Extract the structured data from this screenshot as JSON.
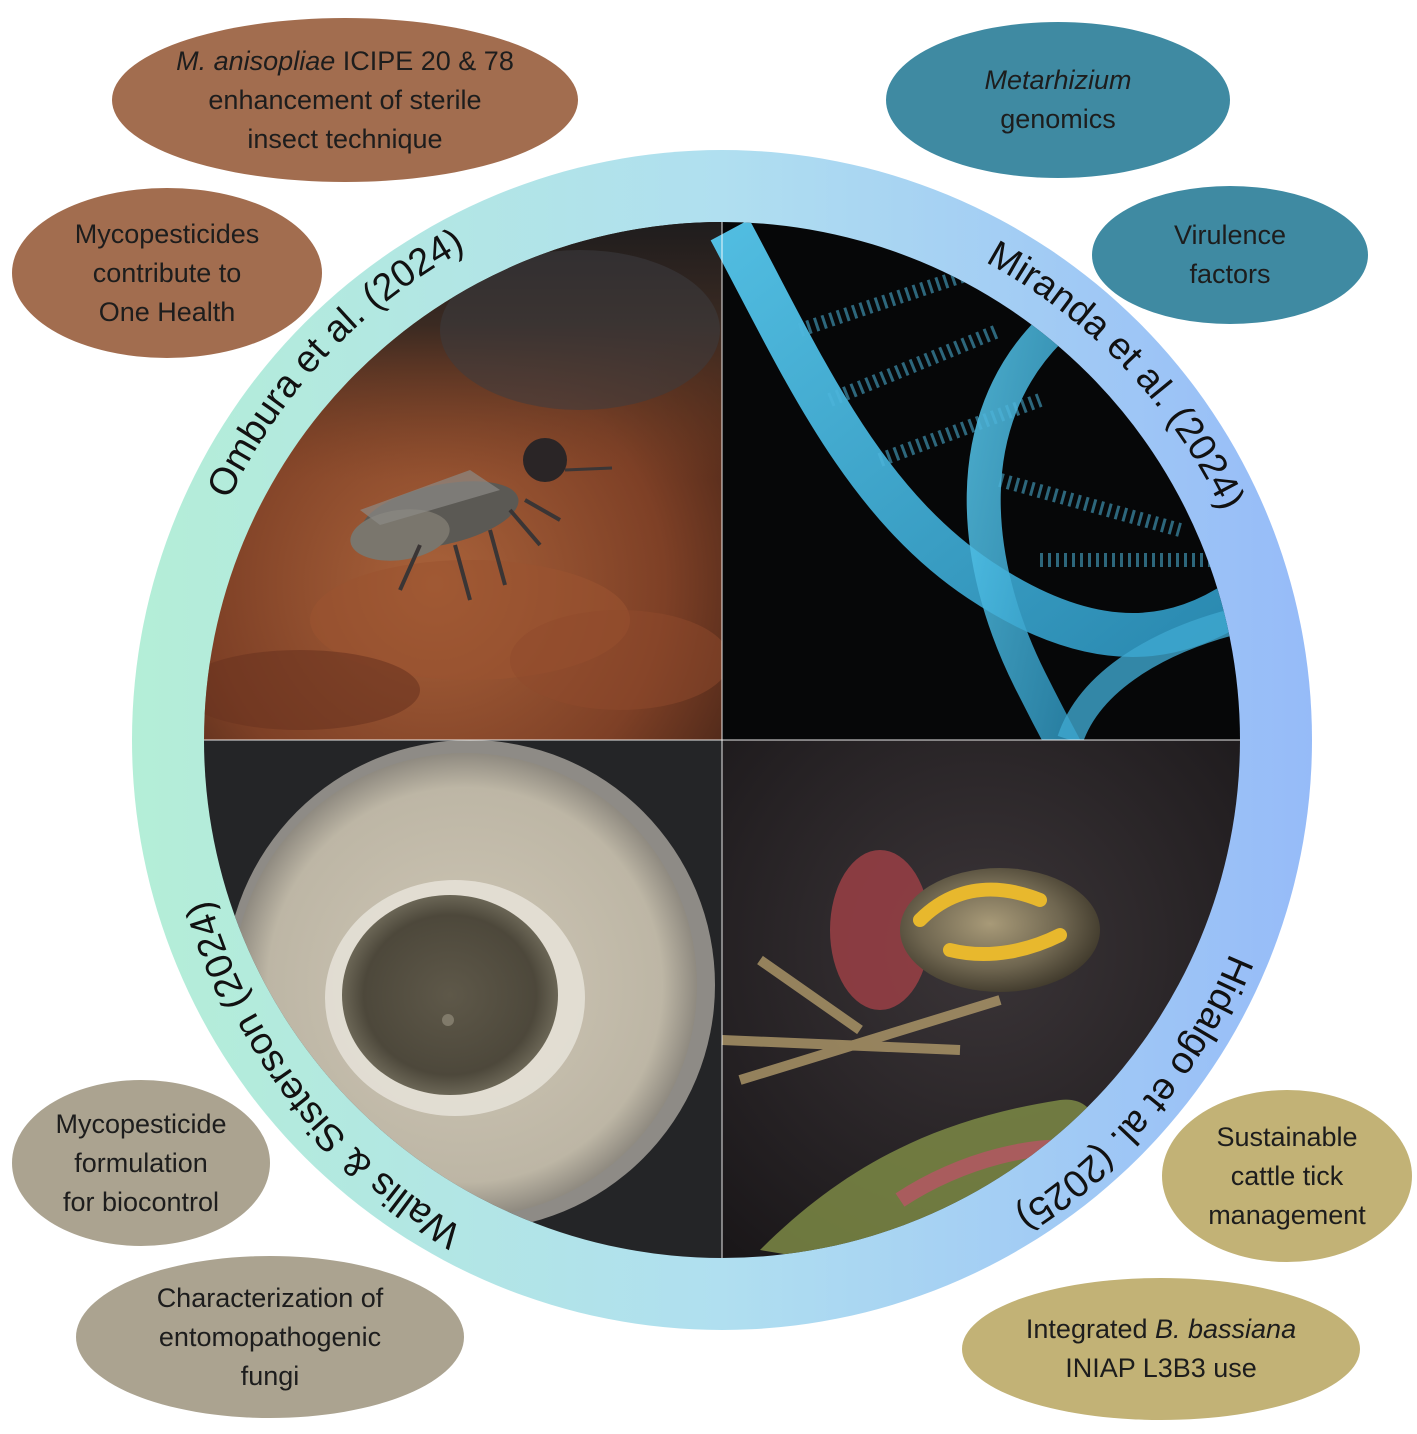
{
  "colors": {
    "brown": "#a26d4f",
    "teal": "#3f8aa2",
    "taupe": "#aba390",
    "olive": "#c2b276",
    "ring_left": "#b2edd6",
    "ring_right": "#9cbff7"
  },
  "ring_labels": {
    "top_left": "Ombura et al. (2024)",
    "top_right": "Miranda et al. (2024)",
    "bottom_right": "Hidalgo et al. (2025)",
    "bottom_left": "Wallis & Sisterson (2024)"
  },
  "bubbles": {
    "sit": {
      "italic": "M. anisopliae",
      "line1_rest": " ICIPE 20 & 78",
      "line2": "enhancement of sterile",
      "line3": "insect technique"
    },
    "one_health": {
      "line1": "Mycopesticides",
      "line2": "contribute to",
      "line3": "One Health"
    },
    "genomics": {
      "italic": "Metarhizium",
      "line2": "genomics"
    },
    "virulence": {
      "line1": "Virulence",
      "line2": "factors"
    },
    "formulation": {
      "line1": "Mycopesticide",
      "line2": "formulation",
      "line3": "for biocontrol"
    },
    "characterization": {
      "line1": "Characterization of",
      "line2": "entomopathogenic",
      "line3": "fungi"
    },
    "tick": {
      "line1": "Sustainable",
      "line2": "cattle tick",
      "line3": "management"
    },
    "bassiana": {
      "line1_pre": "Integrated ",
      "italic": "B. bassiana",
      "line2": "INIAP L3B3 use"
    }
  },
  "photos": {
    "top_left": "tsetse fly on soil",
    "top_right": "DNA helix",
    "bottom_left": "fungal culture in petri dish",
    "bottom_right": "cattle tick laying eggs in soil"
  }
}
